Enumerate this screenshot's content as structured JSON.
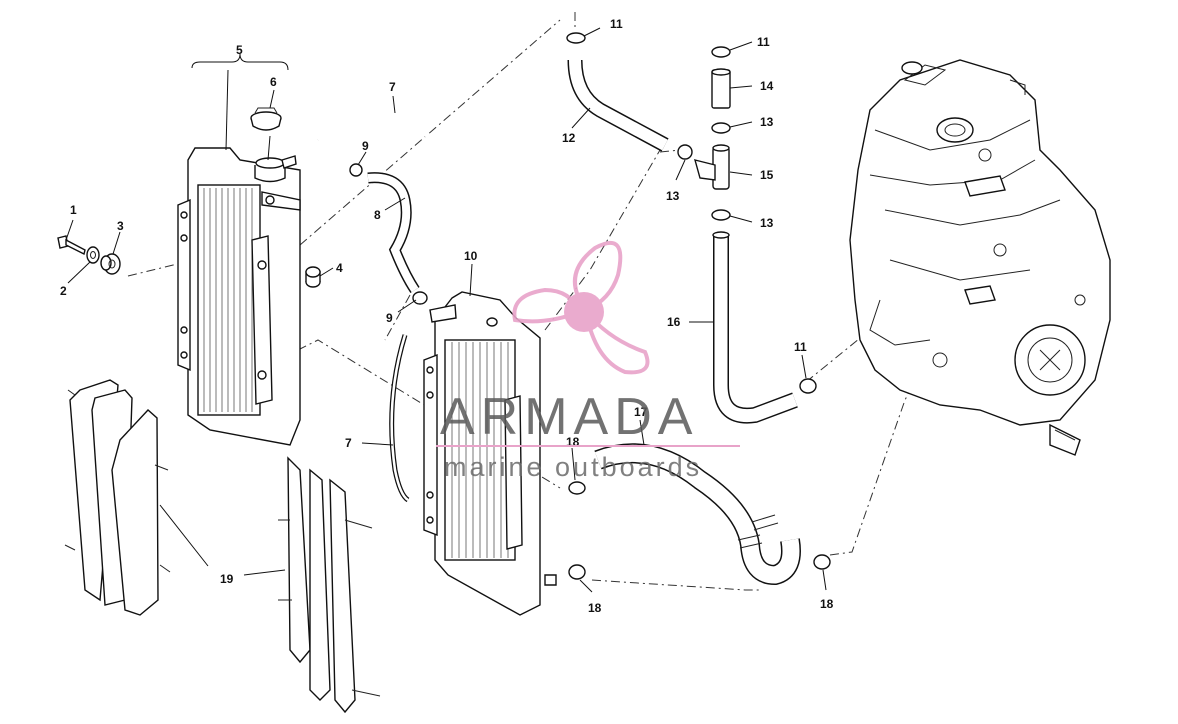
{
  "watermark": {
    "brand": "ARMADA",
    "tagline": "marine outboards",
    "logo_color": "#e8a3c9",
    "logo_icon": "propeller-icon"
  },
  "callouts": [
    {
      "id": "1",
      "label": "1"
    },
    {
      "id": "2",
      "label": "2"
    },
    {
      "id": "3",
      "label": "3"
    },
    {
      "id": "4",
      "label": "4"
    },
    {
      "id": "5",
      "label": "5"
    },
    {
      "id": "6",
      "label": "6"
    },
    {
      "id": "7a",
      "label": "7"
    },
    {
      "id": "7b",
      "label": "7"
    },
    {
      "id": "8",
      "label": "8"
    },
    {
      "id": "9a",
      "label": "9"
    },
    {
      "id": "9b",
      "label": "9"
    },
    {
      "id": "10",
      "label": "10"
    },
    {
      "id": "11a",
      "label": "11"
    },
    {
      "id": "11b",
      "label": "11"
    },
    {
      "id": "11c",
      "label": "11"
    },
    {
      "id": "12",
      "label": "12"
    },
    {
      "id": "13a",
      "label": "13"
    },
    {
      "id": "13b",
      "label": "13"
    },
    {
      "id": "13c",
      "label": "13"
    },
    {
      "id": "14",
      "label": "14"
    },
    {
      "id": "15",
      "label": "15"
    },
    {
      "id": "16",
      "label": "16"
    },
    {
      "id": "17",
      "label": "17"
    },
    {
      "id": "18a",
      "label": "18"
    },
    {
      "id": "18b",
      "label": "18"
    },
    {
      "id": "18c",
      "label": "18"
    },
    {
      "id": "19",
      "label": "19"
    }
  ]
}
